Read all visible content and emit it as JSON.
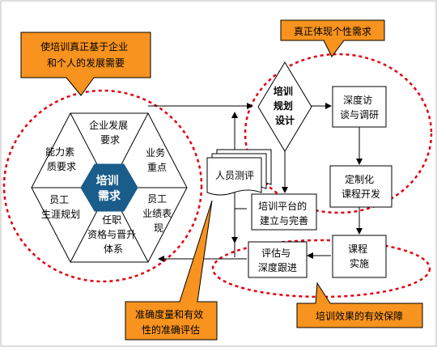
{
  "callouts": {
    "top_left": [
      "使培训真正基于企业",
      "和个人的发展需要"
    ],
    "top_right": [
      "真正体现个性需求"
    ],
    "bottom_middle": [
      "准确度量和有效",
      "性的准确评估"
    ],
    "bottom_right": [
      "培训效果的有效保障"
    ]
  },
  "hexagon": {
    "center": [
      "培训",
      "需求"
    ],
    "segments": {
      "top": [
        "企业发展",
        "要求"
      ],
      "upper_right": [
        "业务",
        "重点"
      ],
      "lower_right": [
        "员工",
        "业绩表",
        "现"
      ],
      "bottom": [
        "任职",
        "资格与晋升",
        "体系"
      ],
      "lower_left": [
        "员工",
        "生涯规划"
      ],
      "upper_left": [
        "能力素",
        "质要求"
      ]
    }
  },
  "process": {
    "design": [
      "培训",
      "规划",
      "设计"
    ],
    "interview": [
      "深度访",
      "谈与调研"
    ],
    "customize": [
      "定制化",
      "课程开发"
    ],
    "platform": [
      "培训平台的",
      "建立与完善"
    ],
    "implement": [
      "课程",
      "实施"
    ],
    "evaluate": [
      "评估与",
      "深度跟进"
    ],
    "assessment": "人员测评"
  },
  "colors": {
    "callout_fill": "#f7931e",
    "dashed_red": "#e3000f",
    "center_fill": "#1a5c8a",
    "line": "#000000"
  }
}
